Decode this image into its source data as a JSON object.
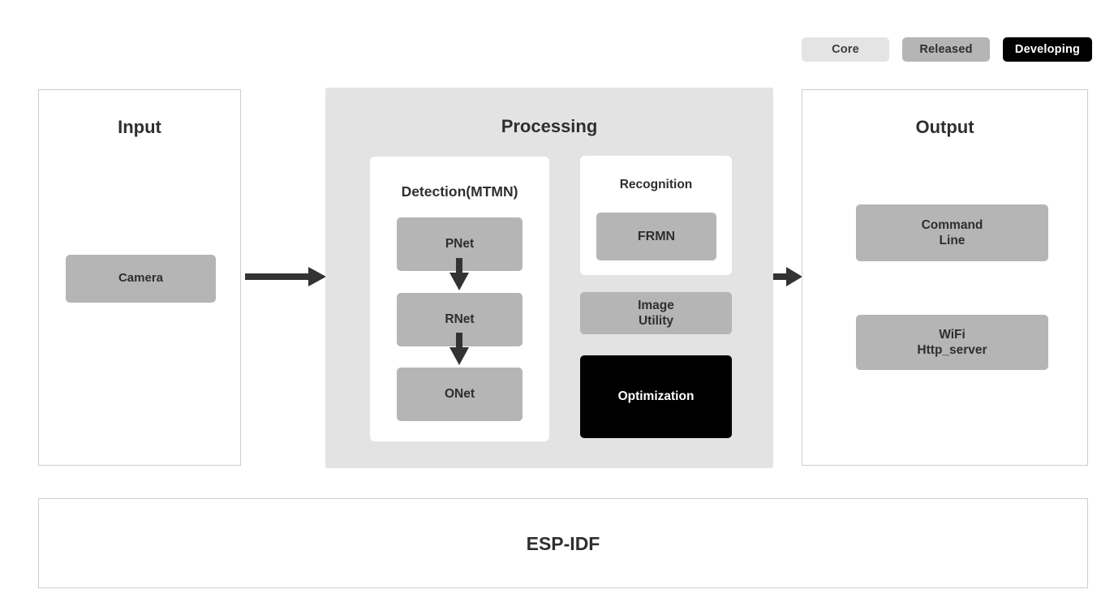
{
  "legend": {
    "items": [
      {
        "label": "Core",
        "color": "#e4e4e4"
      },
      {
        "label": "Released",
        "color": "#b5b5b5"
      },
      {
        "label": "Developing",
        "color": "#000000"
      }
    ]
  },
  "input": {
    "title": "Input",
    "camera": "Camera"
  },
  "processing": {
    "title": "Processing",
    "detection": {
      "title": "Detection(MTMN)",
      "stages": [
        {
          "label": "PNet"
        },
        {
          "label": "RNet"
        },
        {
          "label": "ONet"
        }
      ]
    },
    "recognition": {
      "title": "Recognition",
      "model": "FRMN"
    },
    "image_utility": "Image\nUtility",
    "optimization": "Optimization"
  },
  "output": {
    "title": "Output",
    "items": [
      {
        "label": "Command\nLine"
      },
      {
        "label": "WiFi\nHttp_server"
      }
    ]
  },
  "foundation": {
    "title": "ESP-IDF"
  }
}
